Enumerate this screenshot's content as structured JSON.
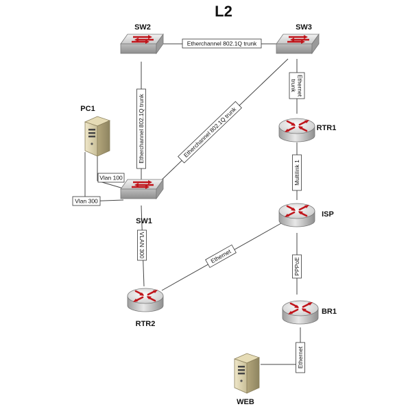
{
  "title": "L2",
  "nodes": {
    "sw2": "SW2",
    "sw3": "SW3",
    "sw1": "SW1",
    "rtr1": "RTR1",
    "isp": "ISP",
    "rtr2": "RTR2",
    "br1": "BR1",
    "pc1": "PC1",
    "web": "WEB"
  },
  "links": {
    "sw2_sw3": "Etherchannel 802.1Q trunk",
    "sw2_sw1": "Etherchannel 802.1Q trunk",
    "sw3_sw1": "Etherchannel 802.1Q trunk",
    "sw3_rtr1_line1": "Ethernet",
    "sw3_rtr1_line2": "trunk",
    "rtr1_isp": "Multilink 1",
    "sw1_rtr2": "VLAN 300",
    "isp_rtr2": "Ethernet",
    "isp_br1": "PPPoE",
    "br1_web": "Ethernet",
    "pc1_vlan100": "Vlan 100",
    "pc1_vlan300": "Vlan 300"
  },
  "icons": {
    "switch": "switch-icon",
    "router": "router-icon",
    "server": "server-icon"
  },
  "colors": {
    "arrow_red": "#c0151b",
    "device_grey": "#cfcfcf",
    "server_beige": "#d8cfae"
  }
}
